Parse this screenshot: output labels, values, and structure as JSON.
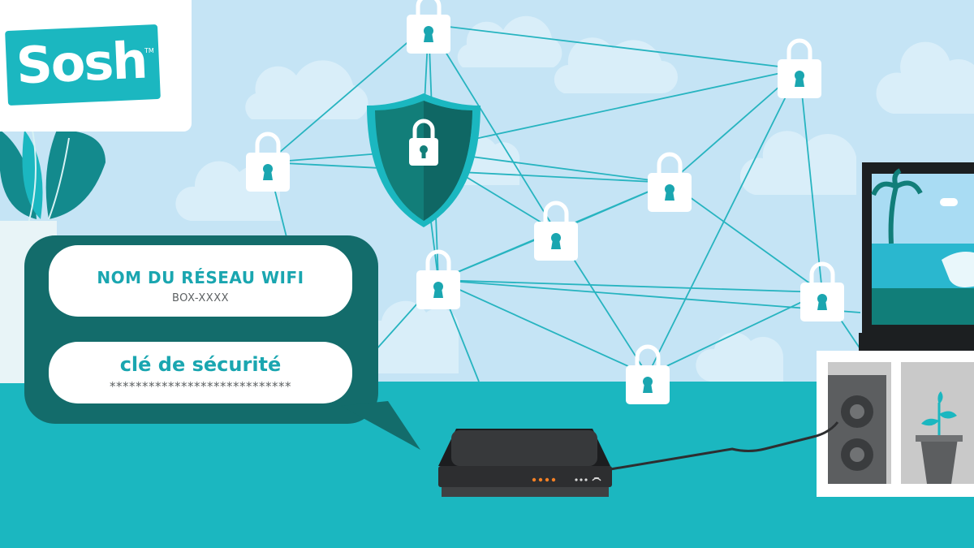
{
  "brand": {
    "logo_text": "Sosh",
    "trademark": "TM",
    "color": "#1bb7c0"
  },
  "wifi_card": {
    "network_name_label": "NOM DU RÉSEAU WIFI",
    "network_name_value": "BOX-XXXX",
    "security_key_label": "clé de sécurité",
    "security_key_value": "****************************"
  },
  "colors": {
    "sky": "#c5e4f5",
    "floor": "#1bb7c0",
    "bubble": "#136c6b",
    "shield": "#127e79",
    "network_line": "#27b4c0",
    "lock": "#ffffff",
    "router": "#2d2e30",
    "router_led": "#f58025"
  },
  "icons": {
    "lock": "padlock-icon",
    "shield": "shield-icon",
    "router": "router-icon",
    "tv": "television-icon",
    "speaker": "speaker-icon",
    "plant": "plant-icon"
  }
}
